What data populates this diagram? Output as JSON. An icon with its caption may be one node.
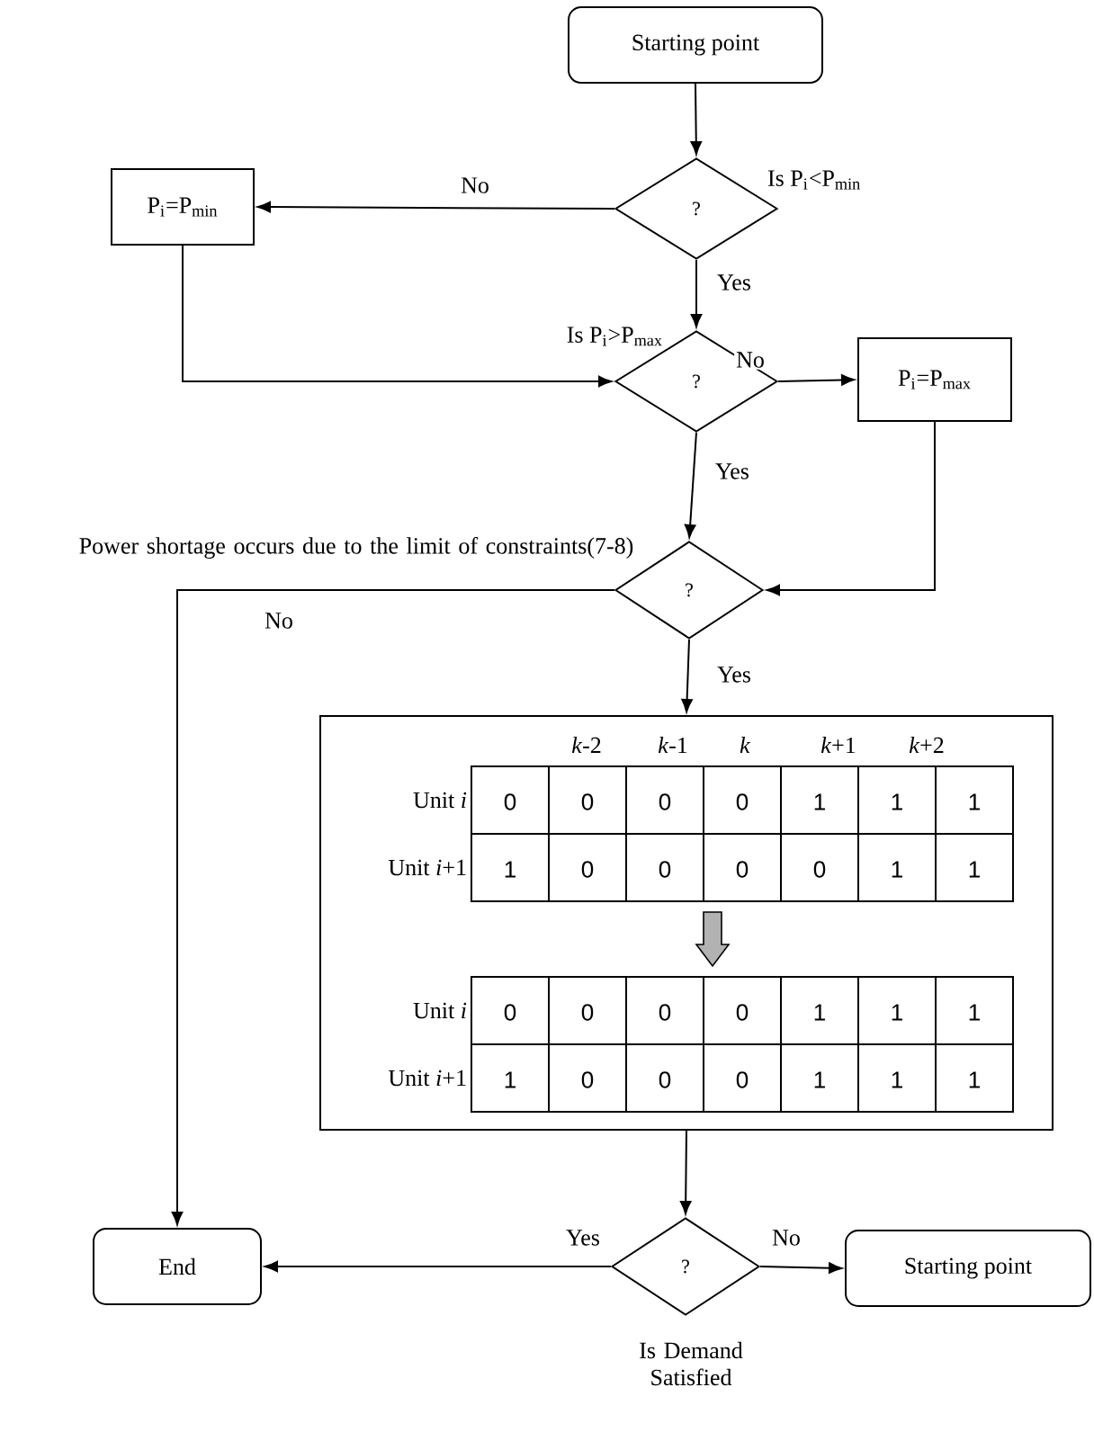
{
  "diagram": {
    "nodes": [
      {
        "text": [
          "Starting point"
        ]
      },
      {
        "text": [
          "?"
        ],
        "beside": [
          "Is P$_{i}$<P$_{min}$"
        ]
      },
      {
        "text": [
          "P$_{i}$=P$_{min}$"
        ]
      },
      {
        "text": [
          "?"
        ],
        "beside": [
          "Is P$_{i}$>P$_{max}$"
        ]
      },
      {
        "text": [
          "P$_{i}$=P$_{max}$"
        ]
      },
      {
        "text": [
          "?"
        ],
        "beside": [
          "Power shortage occurs due to the limit of constraints(7-8)"
        ]
      },
      {
        "text": [],
        "shape": "box"
      },
      {
        "text": [
          "?"
        ],
        "beside": [
          "Is Demand Satisfied"
        ]
      },
      {
        "text": [
          "End"
        ]
      },
      {
        "text": [
          "Starting point"
        ]
      }
    ],
    "edges": [
      {
        "from": 0,
        "to": 1,
        "arrow": "to"
      },
      {
        "from": 1,
        "to": 2,
        "arrow": "to",
        "label": "No"
      },
      {
        "from": 1,
        "to": 3,
        "arrow": "to",
        "label": "Yes"
      },
      {
        "from": 2,
        "to": 3,
        "arrow": "to"
      },
      {
        "from": 3,
        "to": 4,
        "arrow": "to",
        "label": "No"
      },
      {
        "from": 3,
        "to": 5,
        "arrow": "to",
        "label": "Yes"
      },
      {
        "from": 4,
        "to": 5,
        "arrow": "to"
      },
      {
        "from": 5,
        "to": 8,
        "arrow": "to",
        "label": "No"
      },
      {
        "from": 5,
        "to": 6,
        "arrow": "to",
        "label": "Yes"
      },
      {
        "from": 6,
        "to": 7,
        "arrow": "to"
      },
      {
        "from": 7,
        "to": 8,
        "arrow": "to",
        "label": "Yes"
      },
      {
        "from": 7,
        "to": 9,
        "arrow": "to",
        "label": "No"
      }
    ],
    "labels": [
      "*k*-2",
      "*k*-1",
      "*k*",
      "*k*+1",
      "*k*+2",
      "Unit *i*",
      "0",
      "0",
      "0",
      "0",
      "1",
      "1",
      "1",
      "Unit *i*+1",
      "1",
      "0",
      "0",
      "0",
      "0",
      "1",
      "1",
      "Unit  *i*",
      "0",
      "0",
      "0",
      "0",
      "1",
      "1",
      "1",
      "Unit *i*+1",
      "1",
      "0",
      "0",
      "0",
      "1",
      "1",
      "1"
    ]
  }
}
